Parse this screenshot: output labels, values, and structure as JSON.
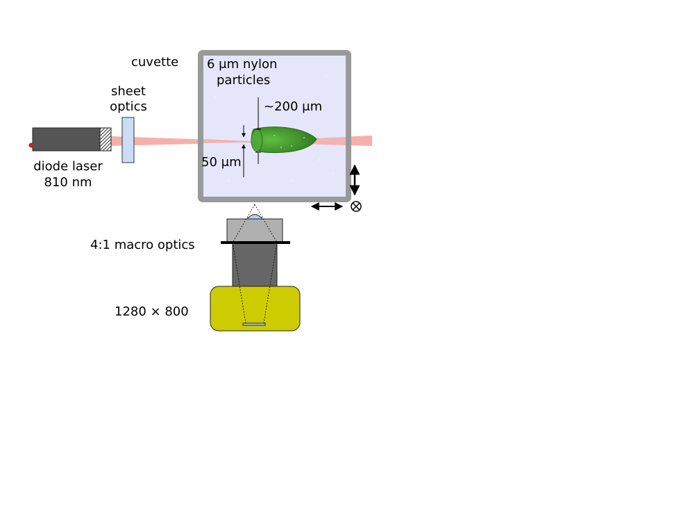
{
  "labels": {
    "cuvette": "cuvette",
    "sheet_optics_line1": "sheet",
    "sheet_optics_line2": "optics",
    "diode_laser_line1": "diode laser",
    "diode_laser_line2": "810 nm",
    "particles_line1": "6 μm nylon",
    "particles_line2": "particles",
    "sheet_width": "~200 μm",
    "sheet_thickness": "50 μm",
    "macro_optics": "4:1 macro optics",
    "camera_resolution": "1280 × 800"
  },
  "colors": {
    "laser_beam": "#f4a8a0",
    "laser_body": "#555555",
    "cuvette_frame": "#999999",
    "cuvette_fill": "#e6e6fa",
    "sheet_optics": "#c9ddf5",
    "fluorescence": "#3a8a2a",
    "camera_body": "#cccc00",
    "lens_body": "#666666",
    "lens_top": "#b0b0b0"
  },
  "icons": {
    "vertical_arrow": "double-arrow-vertical-icon",
    "horizontal_arrow": "double-arrow-horizontal-icon",
    "into_page": "circle-times-icon"
  }
}
